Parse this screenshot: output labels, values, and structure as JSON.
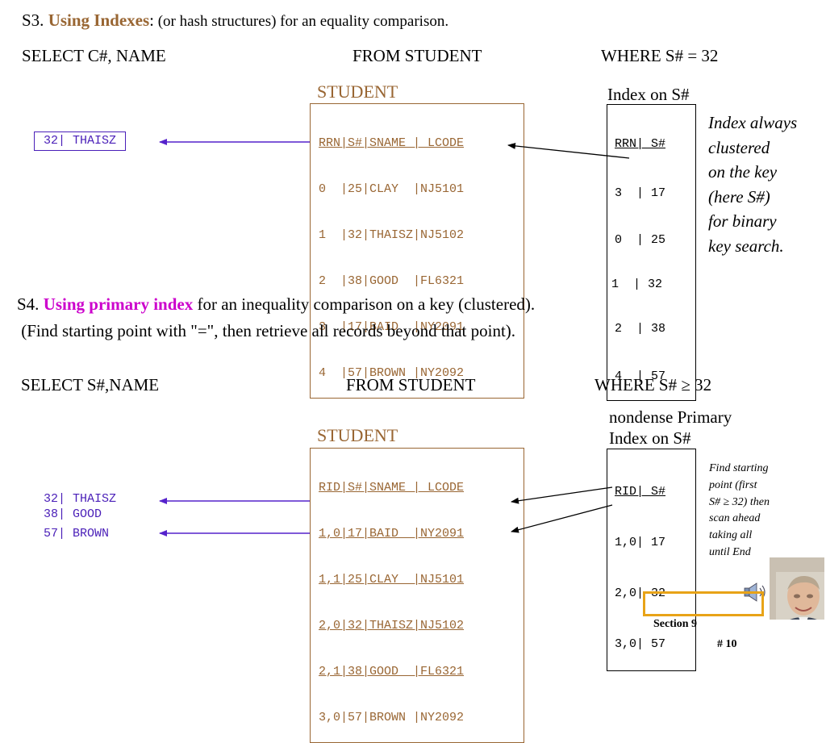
{
  "s3": {
    "prefix": "S3. ",
    "title": "Using Indexes",
    "colon": ":",
    "rest": " (or hash structures) for an equality comparison.",
    "select": "SELECT C#, NAME",
    "from": "FROM STUDENT",
    "where": "WHERE S# = 32",
    "table_title": "STUDENT",
    "table_rows": [
      "RRN|S#|SNAME | LCODE",
      "0  |25|CLAY  |NJ5101",
      "1  |32|THAISZ|NJ5102",
      "2  |38|GOOD  |FL6321",
      "3  |17|BAID  |NY2091",
      "4  |57|BROWN |NY2092"
    ],
    "index_title": "Index on S#",
    "index_rows": [
      "RRN| S#",
      "3  | 17",
      "0  | 25",
      "1  | 32",
      "2  | 38",
      "4  | 57"
    ],
    "result": "32| THAISZ",
    "note_lines": [
      "Index always",
      "clustered",
      "on the key",
      "(here S#)",
      "for binary",
      "key search."
    ]
  },
  "s4": {
    "prefix": "S4. ",
    "title": "Using primary index",
    "rest": " for an inequality comparison on a key (clustered).",
    "line2": " (Find starting point with \"=\", then retrieve all records beyond that point).",
    "select": "SELECT S#,NAME",
    "from": "FROM STUDENT",
    "where": "WHERE S# ≥ 32",
    "table_title": "STUDENT",
    "table_rows": [
      "RID|S#|SNAME | LCODE",
      "1,0|17|BAID  |NY2091",
      "1,1|25|CLAY  |NJ5101",
      "2,0|32|THAISZ|NJ5102",
      "2,1|38|GOOD  |FL6321",
      "3,0|57|BROWN |NY2092"
    ],
    "index_title_1": "nondense Primary",
    "index_title_2": "Index on S#",
    "index_rows": [
      "RID| S#",
      "1,0| 17",
      "2,0| 32",
      "3,0| 57"
    ],
    "results": [
      "32| THAISZ",
      "38| GOOD",
      "57| BROWN"
    ],
    "note_lines": [
      "Find starting",
      "point (first",
      "S# ≥ 32) then",
      "scan ahead",
      "taking all",
      "until End"
    ]
  },
  "footer": {
    "section": "Section 9",
    "page": "# 10"
  },
  "icons": [
    "speaker-icon",
    "presenter-photo"
  ],
  "colors": {
    "brown": "#996633",
    "magenta": "#cc00cc",
    "arrow": "#5522cc",
    "footer_border": "#e8a317"
  }
}
